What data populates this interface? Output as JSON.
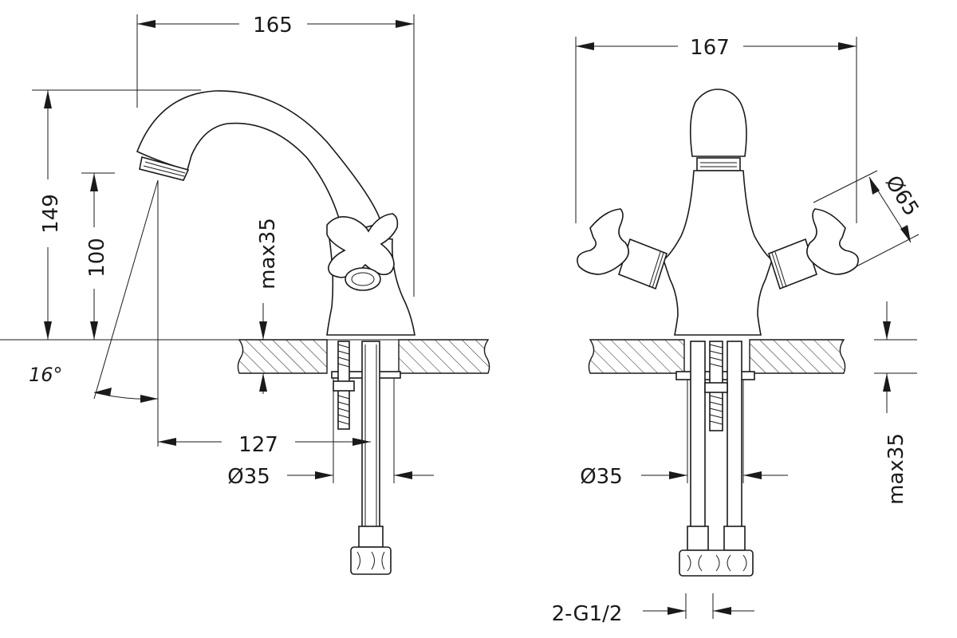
{
  "dimensions": {
    "side_width": "165",
    "front_width": "167",
    "total_height": "149",
    "spout_height": "100",
    "deck_thickness_side": "max35",
    "deck_thickness_front": "max35",
    "spout_angle": "16°",
    "spout_reach": "127",
    "hole_diameter_side": "Ø35",
    "hole_diameter_front": "Ø35",
    "handle_diameter": "Ø65",
    "connection": "2-G1/2"
  }
}
